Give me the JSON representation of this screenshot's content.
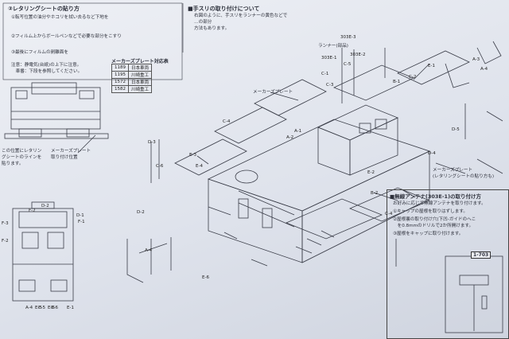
{
  "section_left": {
    "heading": "②レタリングシートの貼り方",
    "lines": [
      "①転写位置の油分やホコリを拭い去るなど下地を",
      "②フィルム上からボールペンなどで必要な部分をこすり",
      "③最後にフィルムの剥離面を",
      "注意：静電気(台紙)の上下に注意。",
      "　車番：下段を参照してください。"
    ]
  },
  "maker_table": {
    "title": "メーカーズプレート対応表",
    "rows": [
      [
        "1189",
        "日本車両"
      ],
      [
        "1195",
        "川崎重工"
      ],
      [
        "1572",
        "日本車両"
      ],
      [
        "1582",
        "川崎重工"
      ]
    ]
  },
  "section_right": {
    "heading": "■手スリの取り付けについて",
    "lines": [
      "右図のように、手スリをランナーの黄色などで",
      "…の部分",
      "方法もあります。"
    ],
    "runner_label": "ランナー(部品)"
  },
  "antenna_box": {
    "heading": "■無線アンテナ(303E-1)の取り付け方",
    "lines": [
      "お好みに応じて無線アンテナを取り付けます。",
      "①キャップの屋根を取りはずします。",
      "②屋根裏の取り付け穴(下凹-ガイドのへこ",
      "　を0.8mmのドリルで2か所開けます。",
      "③屋根をキャップに取り付けます。"
    ],
    "part_code": "1-703"
  },
  "left_captions": [
    "この位置にレタリン",
    "グシートのラインを",
    "貼ります。"
  ],
  "plate_caption": [
    "メーカーズプレート",
    "取り付け位置"
  ],
  "plate_label_1": "メーカーズプレート",
  "plate_label_2": [
    "メーカーズプレート",
    "(レタリングシートの貼り方も)"
  ],
  "part_labels": [
    "303E-3",
    "303E-2",
    "303E-1",
    "C-5",
    "C-1",
    "C-3",
    "B-1",
    "C-2",
    "E-1",
    "A-3",
    "A-4",
    "C-4",
    "A-1",
    "A-2",
    "D-3",
    "E-3",
    "C-6",
    "E-4",
    "D-5",
    "D-4",
    "E-2",
    "B-2",
    "D-2",
    "A-4",
    "E-6",
    "D-1",
    "F-3",
    "F-2",
    "F-1",
    "E-5",
    "E-6",
    "A-4",
    "E-5",
    "E-6",
    "E-1",
    "F-2",
    "D-2",
    "C-4"
  ]
}
